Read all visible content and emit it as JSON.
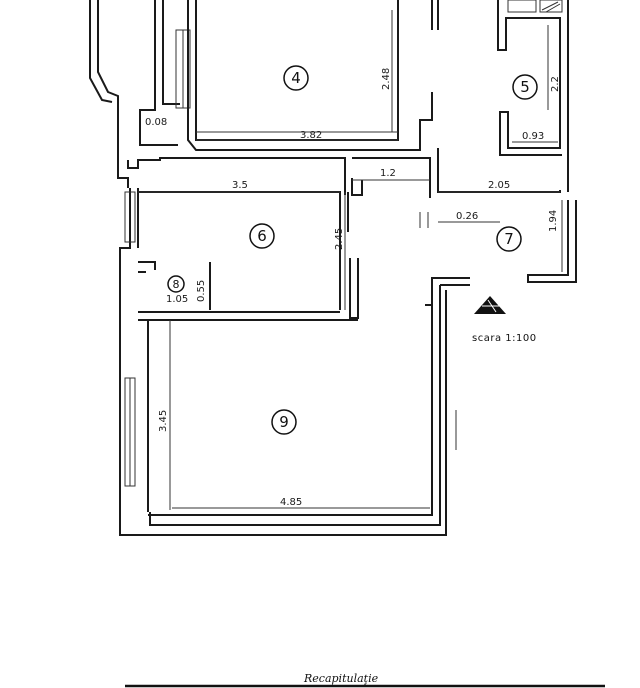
{
  "rooms": [
    {
      "id": "4",
      "label": "4"
    },
    {
      "id": "5",
      "label": "5"
    },
    {
      "id": "6",
      "label": "6"
    },
    {
      "id": "7",
      "label": "7"
    },
    {
      "id": "8",
      "label": "8"
    },
    {
      "id": "9",
      "label": "9"
    }
  ],
  "dimensions": {
    "d_0_08": "0.08",
    "d_3_82": "3.82",
    "d_2_48": "2.48",
    "d_2_2": "2.2",
    "d_0_93": "0.93",
    "d_3_5": "3.5",
    "d_1_2": "1.2",
    "d_2_05": "2.05",
    "d_0_26": "0.26",
    "d_1_94": "1.94",
    "d_2_45": "2.45",
    "d_1_05": "1.05",
    "d_0_55": "0.55",
    "d_3_45": "3.45",
    "d_4_85": "4.85"
  },
  "scale_text": "scara  1:100",
  "footer_text": "Recapitulaţie"
}
